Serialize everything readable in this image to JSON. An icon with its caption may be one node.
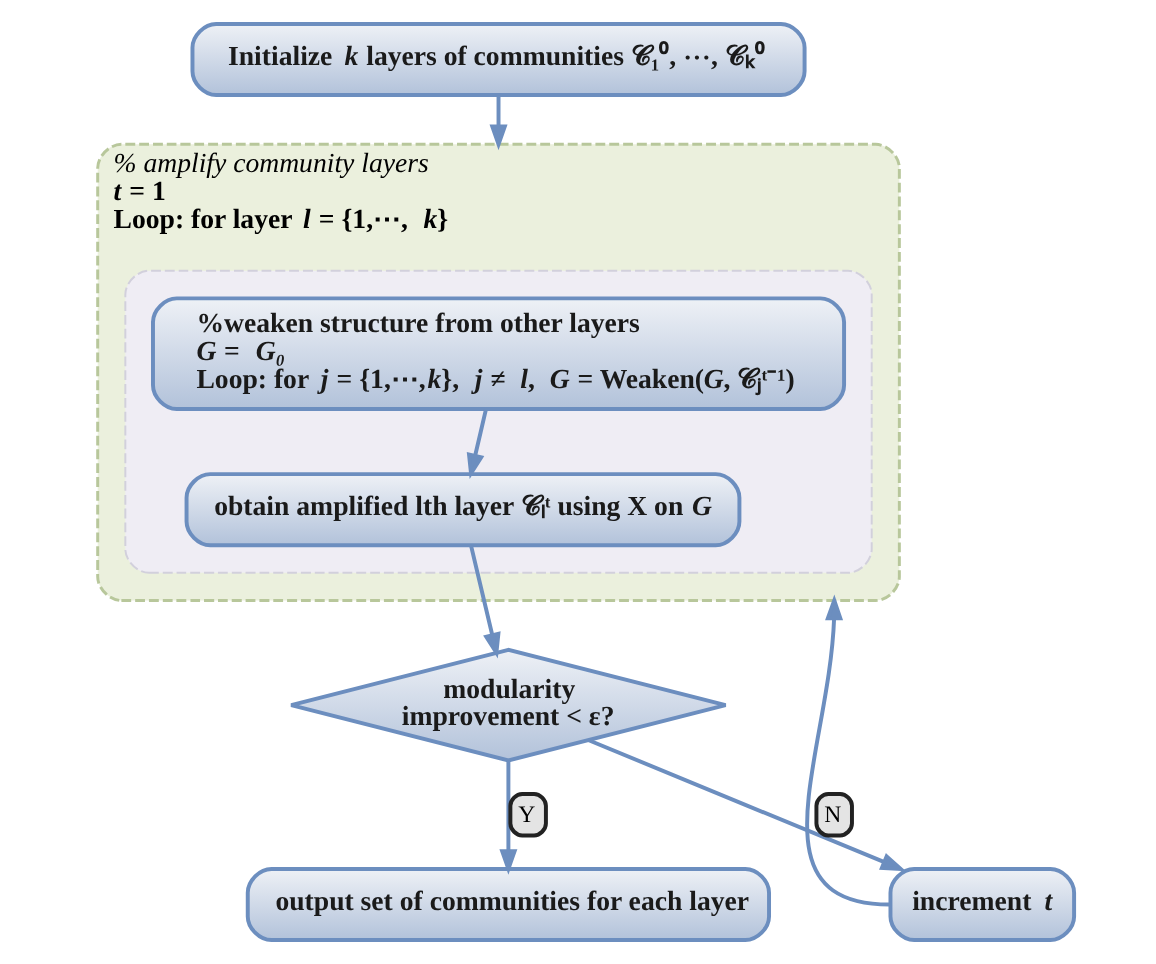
{
  "diagram": {
    "nodes": [
      {
        "text": [
          "Initialize *k* layers of communities 𝒞₁⁰, ⋯, 𝒞ₖ⁰"
        ]
      },
      {
        "text": [
          "% amplify community layers",
          "*t* = 1",
          "Loop: for layer *l* = {1,⋯, *k*}"
        ]
      },
      {
        "text": [],
        "shape": "box",
        "in": 1
      },
      {
        "text": [
          "%weaken structure from other layers",
          "*G* = *G₀*",
          "Loop: for *j* = {1,⋯,*k*}, *j* ≠ *l*, *G* = Weaken(*G*, 𝒞ⱼᵗ⁻¹)"
        ],
        "in": 2
      },
      {
        "text": [
          "obtain amplified lth layer 𝒞ₗᵗ using X on *G*"
        ],
        "in": 2
      },
      {
        "text": [
          "modularity improvement < ε?"
        ]
      },
      {
        "text": [
          "increment *t*"
        ]
      },
      {
        "text": [
          "output set of communities for each layer"
        ]
      }
    ],
    "edges": [
      {
        "from": 0,
        "to": 1,
        "arrow": "to"
      },
      {
        "from": 3,
        "to": 4,
        "arrow": "to"
      },
      {
        "from": 4,
        "to": 5,
        "arrow": "to"
      },
      {
        "from": 5,
        "to": 6,
        "arrow": "to",
        "label": "N"
      },
      {
        "from": 6,
        "to": 1,
        "arrow": "to"
      },
      {
        "from": 5,
        "to": 7,
        "arrow": "to",
        "label": "Y"
      }
    ]
  }
}
